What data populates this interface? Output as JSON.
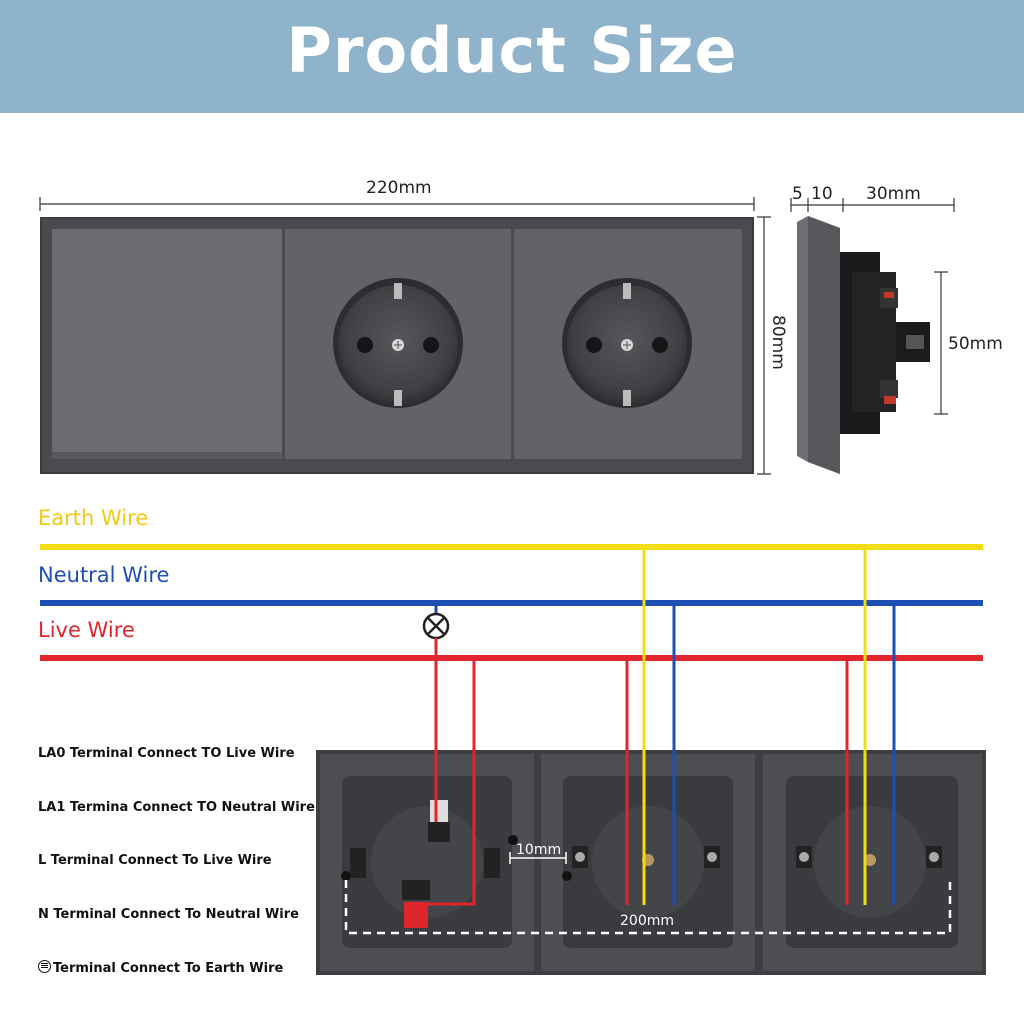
{
  "header": {
    "title": "Product Size"
  },
  "front_view": {
    "width_label": "220mm",
    "height_label": "80mm"
  },
  "side_view": {
    "dim_5": "5",
    "dim_10": "10",
    "dim_30": "30mm",
    "dim_50": "50mm"
  },
  "wires": {
    "earth": {
      "label": "Earth Wire",
      "color": "#f2dc14"
    },
    "neutral": {
      "label": "Neutral Wire",
      "color": "#1f4fb5"
    },
    "live": {
      "label": "Live Wire",
      "color": "#e0262c"
    }
  },
  "terminals": [
    "LA0 Terminal Connect TO Live Wire",
    "LA1 Termina Connect TO Neutral Wire",
    "L Terminal Connect To Live Wire",
    "N Terminal Connect To Neutral Wire",
    "Terminal Connect To Earth Wire"
  ],
  "back_view": {
    "gap_label": "10mm",
    "cable_label": "200mm"
  },
  "colors": {
    "banner": "#8fb3cb",
    "plate": "#5f6166",
    "plate_dark": "#3a3b3e",
    "back_plate": "#4b4c50"
  }
}
